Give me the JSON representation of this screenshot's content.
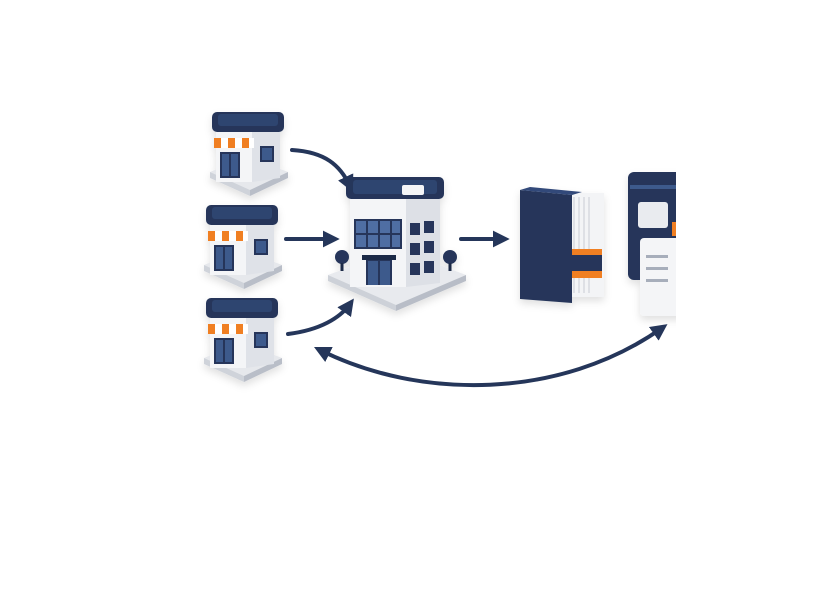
{
  "colors": {
    "navy": "#25365a",
    "navy_dark": "#1c2947",
    "orange": "#f07f22",
    "wall": "#f1f2f5",
    "wall_shade": "#d5d9e1",
    "base": "#e9ebef",
    "background": "#ffffff"
  },
  "diagram": {
    "nodes": [
      {
        "id": "store-1",
        "kind": "retail-store",
        "icon": "store-icon"
      },
      {
        "id": "store-2",
        "kind": "retail-store",
        "icon": "store-icon"
      },
      {
        "id": "store-3",
        "kind": "retail-store",
        "icon": "store-icon"
      },
      {
        "id": "headquarters",
        "kind": "office-building",
        "icon": "office-building-icon"
      },
      {
        "id": "ledger",
        "kind": "book",
        "icon": "ledger-book-icon"
      },
      {
        "id": "report",
        "kind": "dashboard-document",
        "icon": "report-document-icon"
      }
    ],
    "edges": [
      {
        "from": "store-1",
        "to": "headquarters"
      },
      {
        "from": "store-2",
        "to": "headquarters"
      },
      {
        "from": "store-3",
        "to": "headquarters"
      },
      {
        "from": "headquarters",
        "to": "ledger"
      },
      {
        "from": "report",
        "to": "store-3",
        "bidirectional": true
      }
    ]
  }
}
